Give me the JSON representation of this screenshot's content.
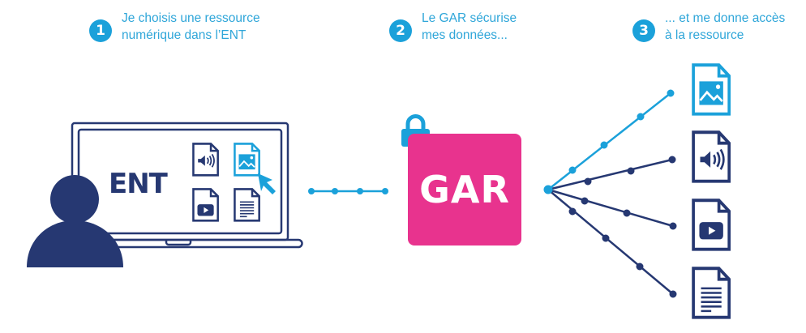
{
  "steps": [
    {
      "number": "1",
      "line1": "Je choisis une ressource",
      "line2": "numérique dans l’ENT"
    },
    {
      "number": "2",
      "line1": "Le GAR sécurise",
      "line2": "mes données..."
    },
    {
      "number": "3",
      "line1": "... et me donne accès",
      "line2": "à la ressource"
    }
  ],
  "ent": {
    "label": "ENT",
    "resources": [
      "audio-file-icon",
      "image-file-icon",
      "video-file-icon",
      "text-file-icon"
    ],
    "selected": "image-file-icon"
  },
  "gar": {
    "label": "GAR",
    "lock": "padlock-icon"
  },
  "outputs": [
    "image-file-icon",
    "audio-file-icon",
    "video-file-icon",
    "text-file-icon"
  ],
  "colors": {
    "accent_blue": "#1BA1DA",
    "navy": "#263872",
    "gar_pink": "#E8338E",
    "text_blue": "#2FA6D9"
  }
}
